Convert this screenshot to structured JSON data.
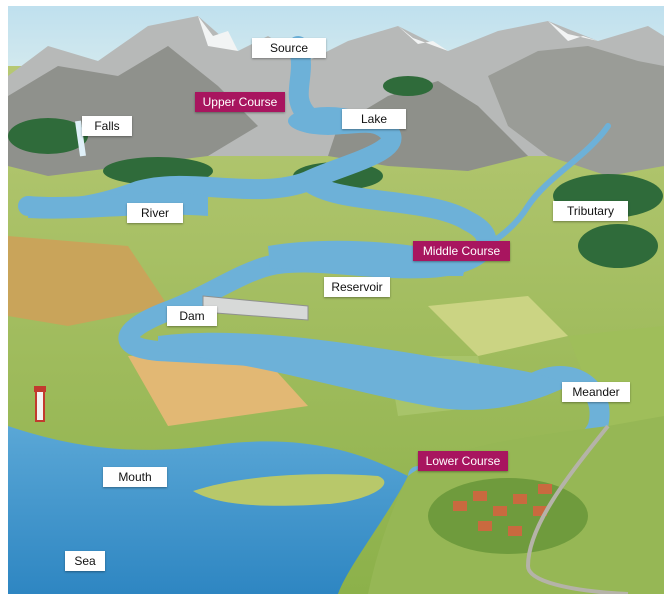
{
  "colors": {
    "course_label_bg": "#a8155f",
    "place_label_bg": "#ffffff",
    "water": "#5fa8d3",
    "sea": "#3d92c9",
    "land_green": "#8cb14a",
    "mountain": "#9a9c9a"
  },
  "labels": {
    "source": "Source",
    "upper_course": "Upper Course",
    "falls": "Falls",
    "lake": "Lake",
    "river": "River",
    "tributary": "Tributary",
    "middle_course": "Middle Course",
    "reservoir": "Reservoir",
    "dam": "Dam",
    "meander": "Meander",
    "lower_course": "Lower Course",
    "mouth": "Mouth",
    "sea": "Sea"
  }
}
